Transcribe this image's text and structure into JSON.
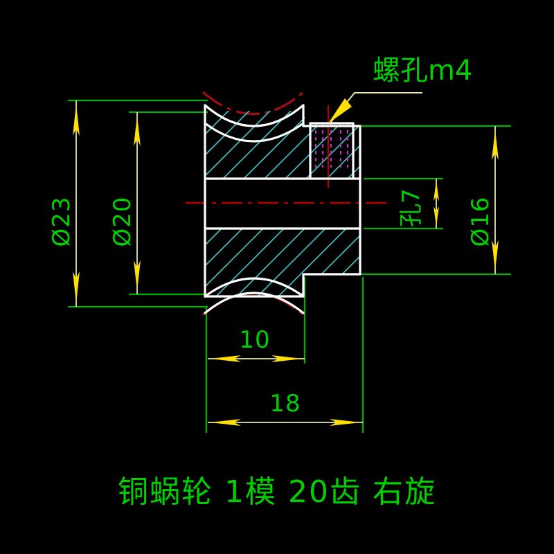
{
  "drawing": {
    "title_caption": "铜蜗轮  1模  20齿   右旋",
    "background_color": "#000000",
    "colors": {
      "outline": "#ffffff",
      "hatch": "#40c0c0",
      "dimension_line": "#e8e8a0",
      "extension_line": "#00b000",
      "text": "#00d000",
      "arrowhead": "#ffe000",
      "centerline": "#b00000",
      "pitch_arc": "#9a1010",
      "thread_dash": "#c030c0",
      "leader": "#ffe000"
    }
  },
  "annotations": {
    "screw_hole_label": "螺孔m4",
    "bore_label": "孔7"
  },
  "dimensions": {
    "outer_diameter": {
      "label": "Ø23",
      "value": 23,
      "orientation": "vertical",
      "side": "left"
    },
    "pitch_diameter": {
      "label": "Ø20",
      "value": 20,
      "orientation": "vertical",
      "side": "left"
    },
    "hub_diameter": {
      "label": "Ø16",
      "value": 16,
      "orientation": "vertical",
      "side": "right"
    },
    "bore_diameter": {
      "label": "孔7",
      "value": 7,
      "orientation": "vertical",
      "side": "right-inner"
    },
    "gear_width": {
      "label": "10",
      "value": 10,
      "orientation": "horizontal",
      "side": "bottom"
    },
    "total_length": {
      "label": "18",
      "value": 18,
      "orientation": "horizontal",
      "side": "bottom"
    }
  },
  "part": {
    "name_cn": "铜蜗轮",
    "module": "1模",
    "teeth": "20齿",
    "hand": "右旋"
  }
}
